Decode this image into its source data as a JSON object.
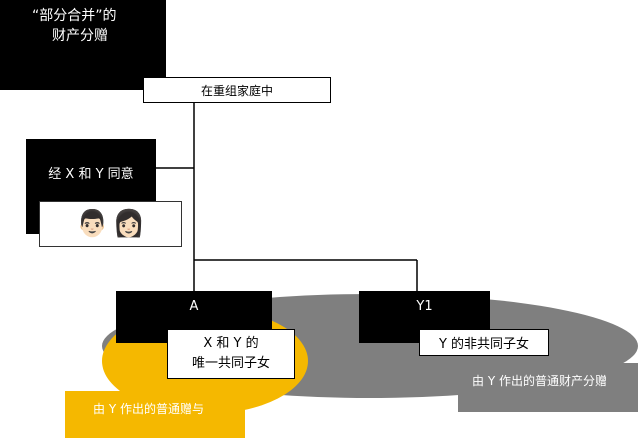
{
  "title_box": {
    "line1": "“部分合并”的",
    "line2": "财产分赠"
  },
  "family_label": "在重组家庭中",
  "consent_label": "经 X 和 Y 同意",
  "couple_icons": {
    "man_icon": "man-face-icon",
    "woman_icon": "woman-face-icon",
    "man_glyph": "👨🏻",
    "woman_glyph": "👩🏻"
  },
  "child_a": {
    "name": "A",
    "desc_line1": "X 和 Y 的",
    "desc_line2": "唯一共同子女"
  },
  "child_y1": {
    "name": "Y1",
    "desc": "Y 的非共同子女"
  },
  "gift_label": "由 Y 作出的普通赠与",
  "gift_color": "#f5b800",
  "property_label": "由 Y 作出的普通财产分赠",
  "property_color": "#7f7f7f"
}
